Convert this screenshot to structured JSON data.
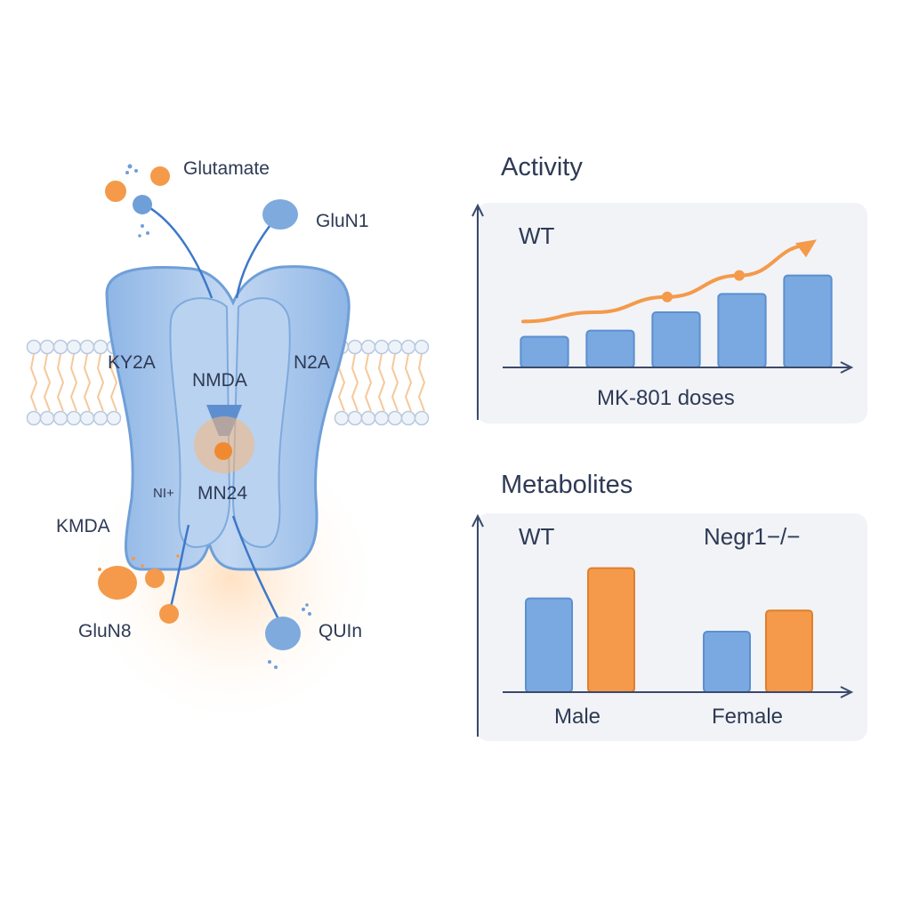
{
  "diagram": {
    "labels": {
      "glutamate": "Glutamate",
      "glun1": "GluN1",
      "ky2a": "KY2A",
      "nmda": "NMDA",
      "n2a": "N2A",
      "mn24": "MN24",
      "mn24_prefix": "NI+",
      "kmda": "KMDA",
      "glun8": "GluN8",
      "quin": "QUIn"
    }
  },
  "colors": {
    "receptor": "#a9c6ec",
    "receptor_dark": "#6f9fd8",
    "bar_blue": "#79a9e0",
    "bar_orange": "#f49a4a",
    "axis": "#3b4a6b",
    "panel_bg": "#f1f3f7"
  },
  "chart_data": [
    {
      "type": "bar",
      "title": "Activity",
      "series_label": "WT",
      "xlabel": "MK-801 doses",
      "ylabel": "",
      "categories": [
        "",
        "",
        "",
        "",
        ""
      ],
      "values": [
        1.0,
        1.2,
        1.8,
        2.4,
        3.0
      ],
      "trend_line": {
        "color": "#f49a4a",
        "values": [
          1.5,
          1.8,
          2.3,
          3.0,
          4.0
        ],
        "direction": "increasing"
      },
      "ylim": [
        0,
        4.5
      ]
    },
    {
      "type": "bar",
      "title": "Metabolites",
      "categories": [
        "Male",
        "Female"
      ],
      "series": [
        {
          "name": "WT",
          "color": "#79a9e0",
          "values": [
            3.1,
            2.0
          ]
        },
        {
          "name": "Negr1−/−",
          "color": "#f49a4a",
          "values": [
            4.1,
            2.7
          ]
        }
      ],
      "ylim": [
        0,
        5
      ]
    }
  ]
}
